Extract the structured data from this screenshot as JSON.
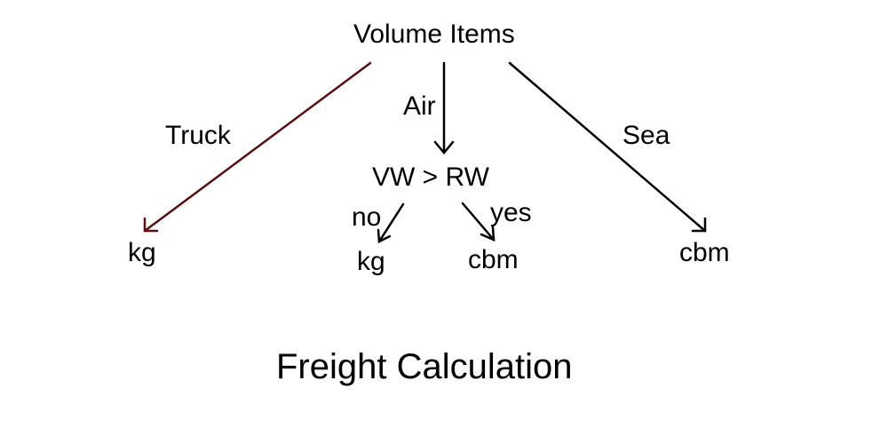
{
  "diagram": {
    "root": "Volume Items",
    "branches": {
      "truck": {
        "label": "Truck",
        "result": "kg"
      },
      "air": {
        "label": "Air",
        "condition": "VW > RW",
        "no": {
          "label": "no",
          "result": "kg"
        },
        "yes": {
          "label": "yes",
          "result": "cbm"
        }
      },
      "sea": {
        "label": "Sea",
        "result": "cbm"
      }
    },
    "caption": "Freight Calculation"
  },
  "colors": {
    "text": "#000000",
    "truck_arrow": "#5a1010",
    "arrow": "#000000"
  }
}
